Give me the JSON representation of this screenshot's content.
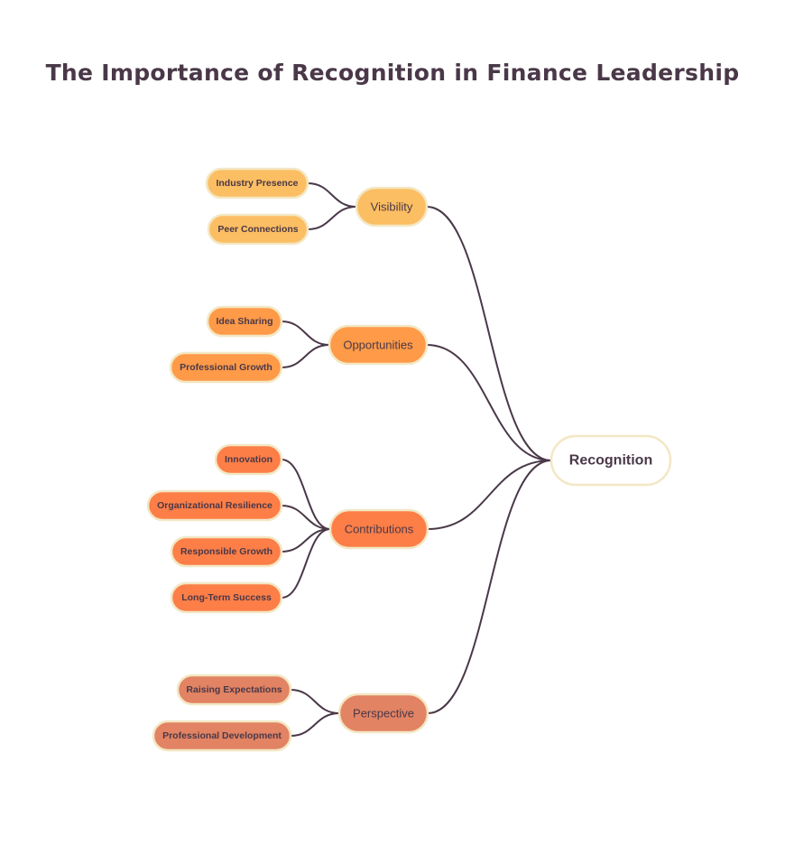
{
  "title": "The Importance of Recognition in Finance Leadership",
  "colors": {
    "edge": "#4a3848",
    "text": "#4a3848",
    "border": "#f3e7c4",
    "root_fill": "#ffffff",
    "visibility": "#fcbe62",
    "opportunities": "#fe9a48",
    "contributions": "#fd7e47",
    "perspective": "#e28363"
  },
  "root": {
    "label": "Recognition"
  },
  "branches": [
    {
      "label": "Visibility",
      "color": "#fcbe62",
      "children": [
        "Industry Presence",
        "Peer Connections"
      ]
    },
    {
      "label": "Opportunities",
      "color": "#fe9a48",
      "children": [
        "Idea Sharing",
        "Professional Growth"
      ]
    },
    {
      "label": "Contributions",
      "color": "#fd7e47",
      "children": [
        "Innovation",
        "Organizational Resilience",
        "Responsible Growth",
        "Long-Term Success"
      ]
    },
    {
      "label": "Perspective",
      "color": "#e28363",
      "children": [
        "Raising Expectations",
        "Professional Development"
      ]
    }
  ]
}
